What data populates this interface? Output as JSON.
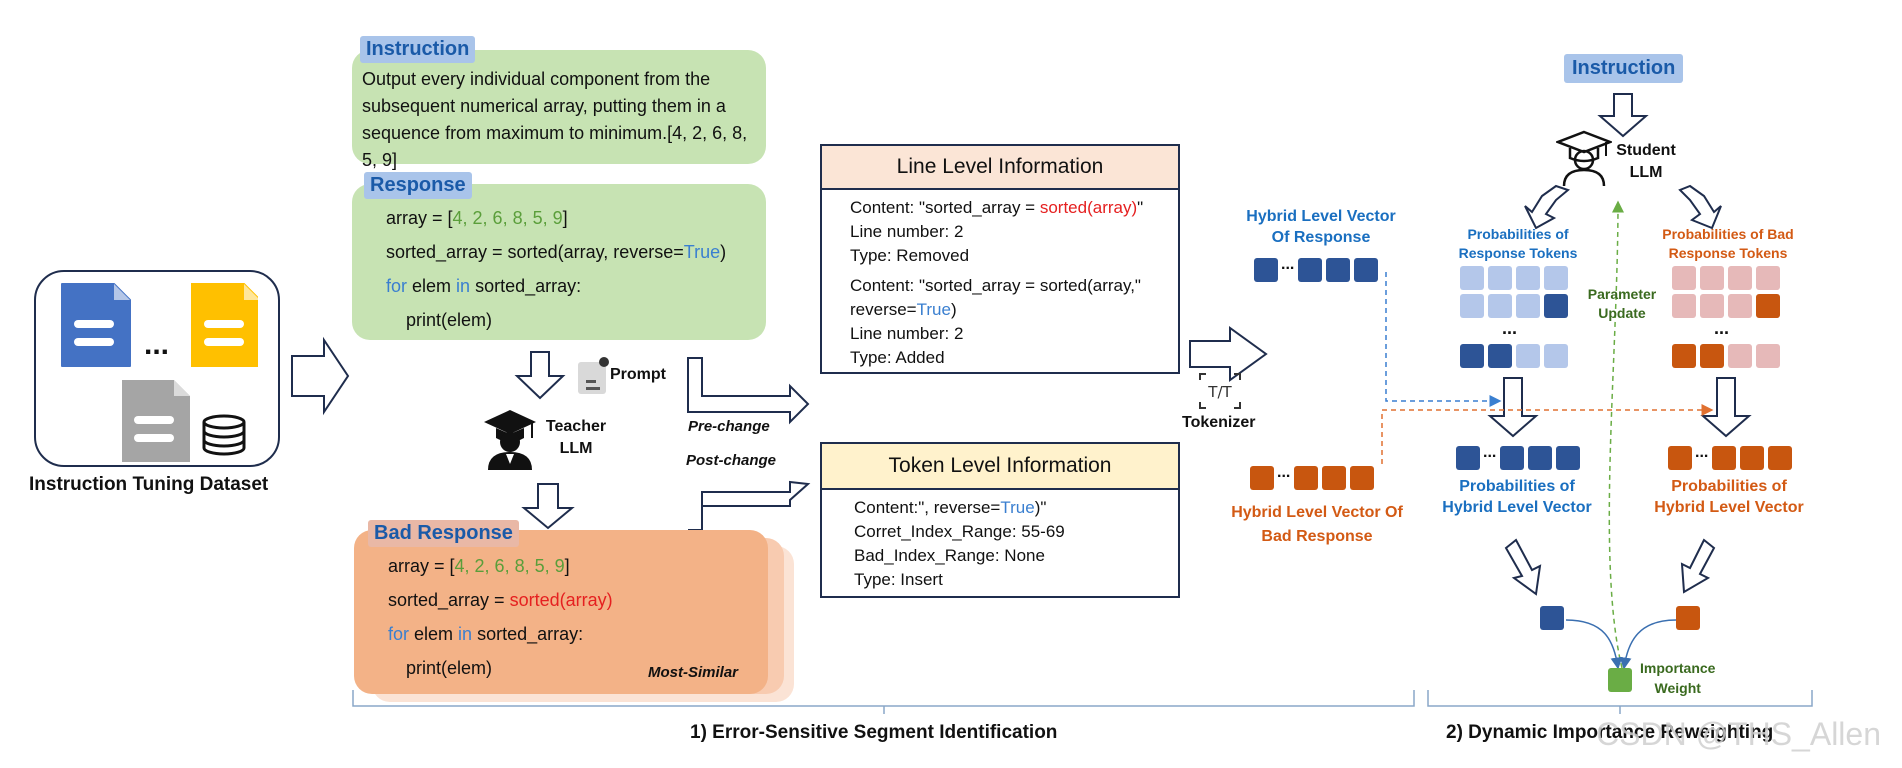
{
  "dataset": {
    "caption": "Instruction Tuning Dataset",
    "ellipsis": "..."
  },
  "instruction_block": {
    "tag": "Instruction",
    "text": "Output every individual component from the subsequent numerical array, putting them in a sequence from maximum to minimum.[4, 2, 6, 8, 5, 9]"
  },
  "response_block": {
    "tag": "Response",
    "line1_prefix": "array = [",
    "line1_values": "4, 2, 6, 8, 5, 9",
    "line1_suffix": "]",
    "line2_prefix": "sorted_array = sorted(array, reverse=",
    "line2_true": "True",
    "line2_suffix": ")",
    "line3_for": "for",
    "line3_mid": " elem ",
    "line3_in": "in",
    "line3_suffix": " sorted_array:",
    "line4": "print(elem)"
  },
  "teacher": {
    "prompt_label": "Prompt",
    "label_line1": "Teacher",
    "label_line2": "LLM"
  },
  "bad_response_block": {
    "tag": "Bad Response",
    "line1_prefix": "array = [",
    "line1_values": "4, 2, 6, 8, 5, 9",
    "line1_suffix": "]",
    "line2_prefix": "sorted_array = ",
    "line2_red": "sorted(array)",
    "line3_for": "for",
    "line3_mid": " elem ",
    "line3_in": "in",
    "line3_suffix": " sorted_array:",
    "line4": "print(elem)",
    "most_similar": "Most-Similar"
  },
  "arrows": {
    "pre_change": "Pre-change",
    "post_change": "Post-change"
  },
  "line_info": {
    "title": "Line Level Information",
    "a_content_prefix": "Content: \"sorted_array = ",
    "a_content_red": "sorted(array)",
    "a_content_suffix": "\"",
    "a_line": "Line number: 2",
    "a_type": "Type: Removed",
    "b_content1": "Content: \"sorted_array = sorted(array,\"",
    "b_content2_prefix": "reverse=",
    "b_content2_true": "True",
    "b_content2_suffix": ")",
    "b_line": "Line number: 2",
    "b_type": "Type: Added"
  },
  "token_info": {
    "title": "Token Level Information",
    "content_prefix": "Content:\", reverse=",
    "content_true": "True",
    "content_suffix": ")\"",
    "correct": "Corret_Index_Range: 55-69",
    "bad": "Bad_Index_Range: None",
    "type": "Type: Insert"
  },
  "tokenizer": {
    "label": "Tokenizer",
    "icon_text": "T/T"
  },
  "hybrid": {
    "response_line1": "Hybrid Level Vector",
    "response_line2": "Of Response",
    "bad_line1": "Hybrid Level Vector Of",
    "bad_line2": "Bad Response",
    "ellipsis": "..."
  },
  "student": {
    "instruction_tag": "Instruction",
    "label_line1": "Student",
    "label_line2": "LLM",
    "prob_resp_line1": "Probabilities of",
    "prob_resp_line2": "Response Tokens",
    "prob_bad_line1": "Probabilities of Bad",
    "prob_bad_line2": "Response Tokens",
    "param_line1": "Parameter",
    "param_line2": "Update",
    "hybrid_prob_line1": "Probabilities of",
    "hybrid_prob_line2": "Hybrid Level Vector",
    "importance_line1": "Importance",
    "importance_line2": "Weight",
    "ellipsis": "..."
  },
  "sections": {
    "s1": "1) Error-Sensitive Segment Identification",
    "s2": "2) Dynamic Importance Reweighting"
  },
  "watermark": "CSDN @THS_Allen",
  "colors": {
    "green": "#c7e3b3",
    "orange": "#f3b287",
    "dark_blue": "#2d5496",
    "light_blue": "#b4c7ea",
    "dark_orange": "#c8560f",
    "pink": "#e6b9b9",
    "importance_green": "#6aad45"
  }
}
